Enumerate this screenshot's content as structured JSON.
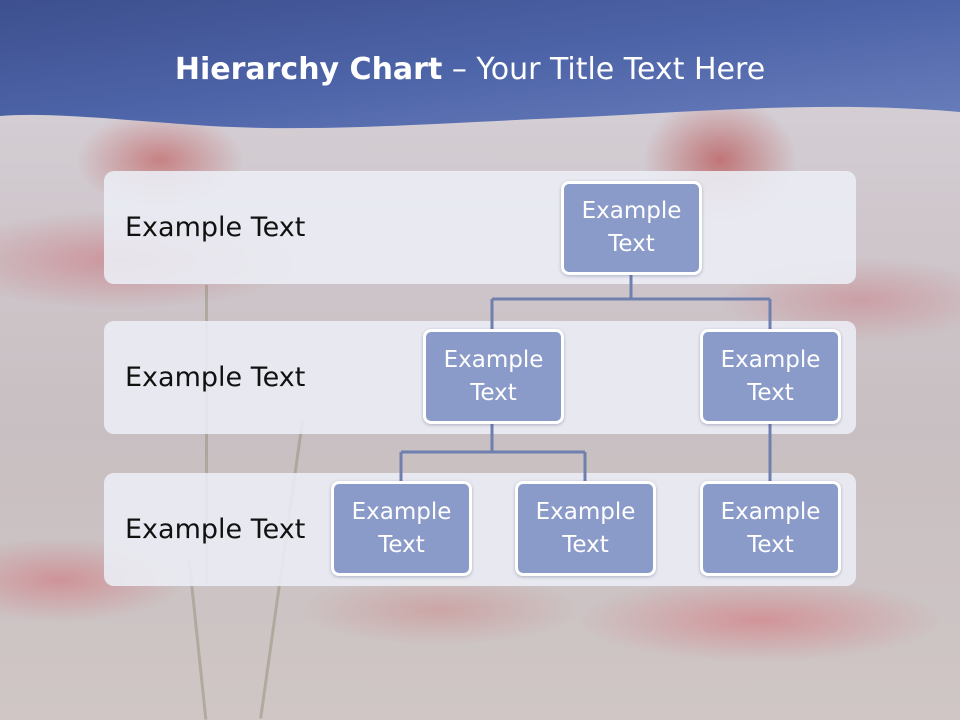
{
  "title": {
    "bold": "Hierarchy Chart",
    "rest": " – Your Title Text Here"
  },
  "levels": [
    {
      "label": "Example Text"
    },
    {
      "label": "Example Text"
    },
    {
      "label": "Example Text"
    }
  ],
  "nodes": {
    "root": "Example\nText",
    "level2_left": "Example\nText",
    "level2_right": "Example\nText",
    "level3_a": "Example\nText",
    "level3_b": "Example\nText",
    "level3_c": "Example\nText"
  },
  "colors": {
    "header": "#4a62a6",
    "node_fill": "#8b9bc9",
    "node_border": "#ffffff",
    "connector": "#6f7fae",
    "band": "#eceef6"
  }
}
